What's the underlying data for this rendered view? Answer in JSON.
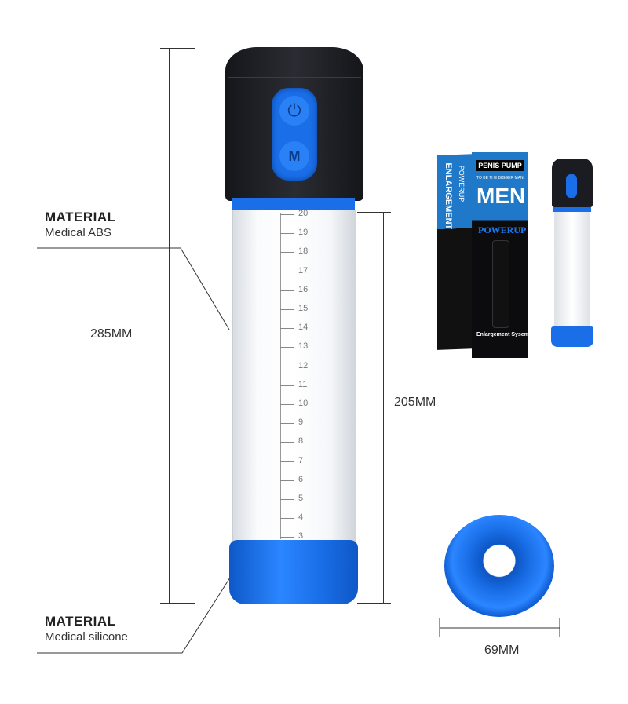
{
  "labels": {
    "material_top_title": "MATERIAL",
    "material_top_value": "Medical ABS",
    "material_bottom_title": "MATERIAL",
    "material_bottom_value": "Medical silicone"
  },
  "dimensions": {
    "total_height": "285MM",
    "tube_height": "205MM",
    "sleeve_width": "69MM"
  },
  "scale_marks": [
    "20",
    "19",
    "18",
    "17",
    "16",
    "15",
    "14",
    "13",
    "12",
    "11",
    "10",
    "9",
    "8",
    "7",
    "6",
    "5",
    "4",
    "3"
  ],
  "box": {
    "brand": "PENIS PUMP",
    "tagline": "TO BE THE BIGGER MAN",
    "title": "MEN",
    "subtitle": "POWERUP",
    "side_text_1": "ENLARGEMENT",
    "side_text_2": "POWERUP",
    "footer": "Enlargement Sysem"
  },
  "colors": {
    "accent_blue": "#1a6fe8",
    "head_black": "#1c1d22",
    "box_blue": "#1f78c8"
  }
}
